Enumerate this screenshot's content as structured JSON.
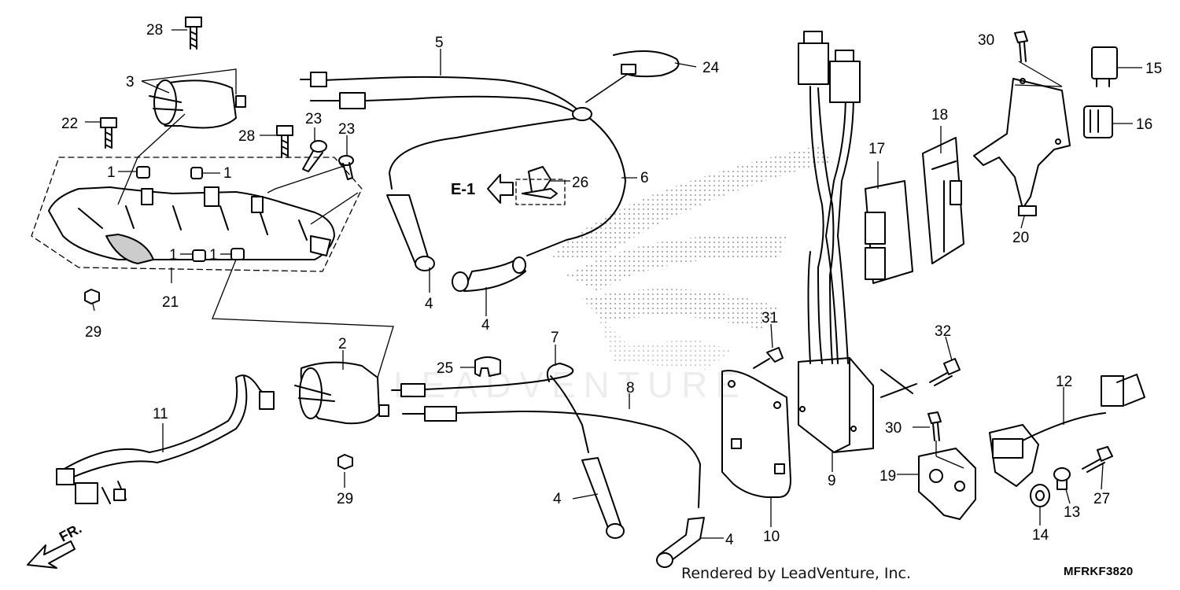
{
  "diagram": {
    "code": "MFRKF3820",
    "credit": "Rendered by LeadVenture, Inc.",
    "section_reference": "E-1",
    "front_indicator": "FR.",
    "watermark": "LEADVENTURE"
  },
  "callouts": {
    "c1a": "1",
    "c1b": "1",
    "c1c": "1",
    "c1d": "1",
    "c2": "2",
    "c3": "3",
    "c4a": "4",
    "c4b": "4",
    "c4c": "4",
    "c4d": "4",
    "c5": "5",
    "c6": "6",
    "c7": "7",
    "c8": "8",
    "c9": "9",
    "c10": "10",
    "c11": "11",
    "c12": "12",
    "c13": "13",
    "c14": "14",
    "c15": "15",
    "c16": "16",
    "c17": "17",
    "c18": "18",
    "c19": "19",
    "c20": "20",
    "c21": "21",
    "c22": "22",
    "c23a": "23",
    "c23b": "23",
    "c24": "24",
    "c25": "25",
    "c26": "26",
    "c27": "27",
    "c28a": "28",
    "c28b": "28",
    "c29a": "29",
    "c29b": "29",
    "c30a": "30",
    "c30b": "30",
    "c31": "31",
    "c32": "32"
  },
  "colors": {
    "line": "#000000",
    "watermark_dots": "#999999",
    "background": "#ffffff"
  }
}
